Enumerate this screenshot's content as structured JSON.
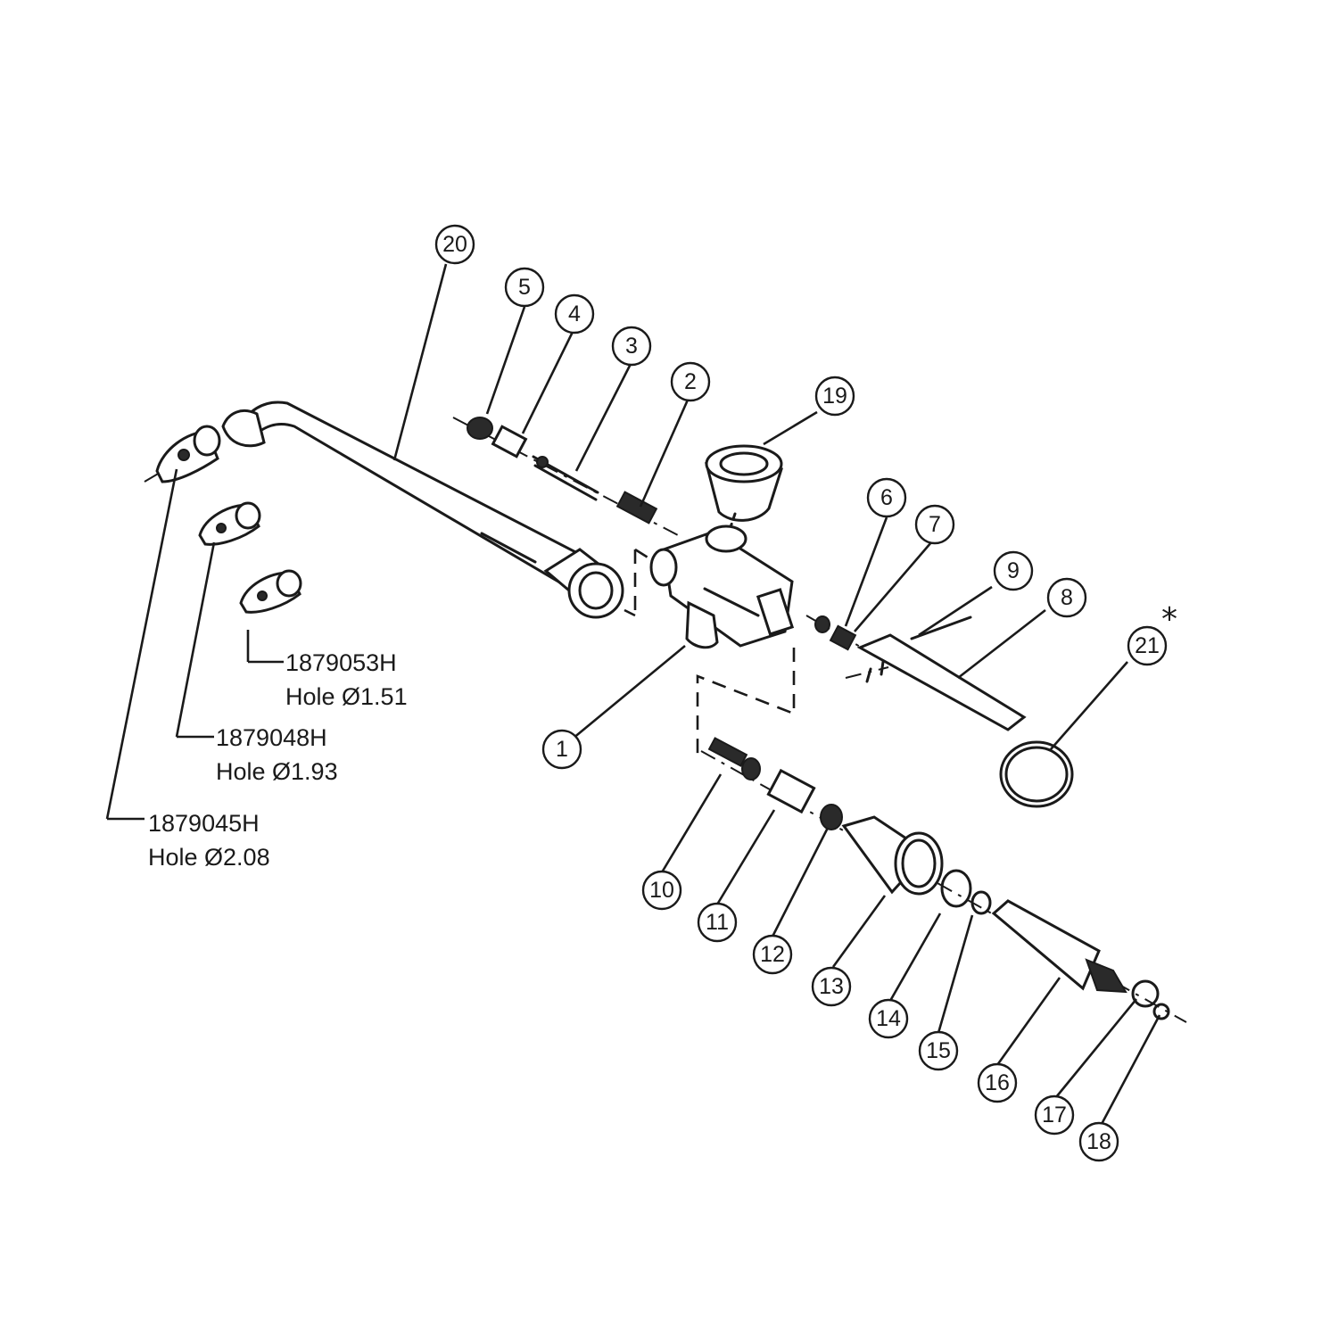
{
  "bubbles": [
    "1",
    "2",
    "3",
    "4",
    "5",
    "6",
    "7",
    "8",
    "9",
    "10",
    "11",
    "12",
    "13",
    "14",
    "15",
    "16",
    "17",
    "18",
    "19",
    "20",
    "21"
  ],
  "star": "*",
  "tips": [
    {
      "part_number": "1879053H",
      "hole": "Hole Ø1.51"
    },
    {
      "part_number": "1879048H",
      "hole": "Hole Ø1.93"
    },
    {
      "part_number": "1879045H",
      "hole": "Hole Ø2.08"
    }
  ]
}
